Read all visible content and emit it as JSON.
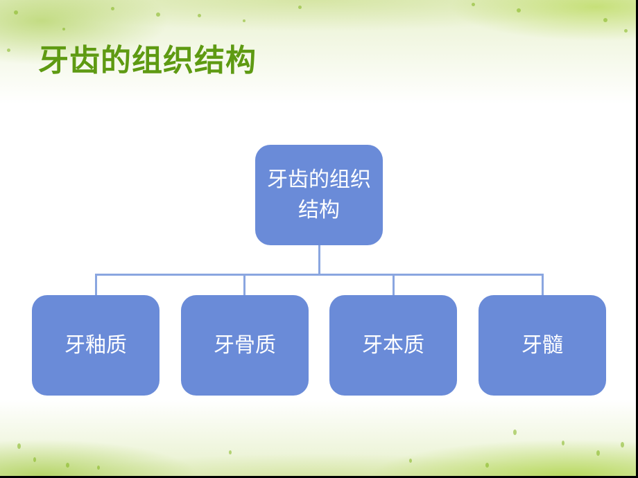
{
  "slide": {
    "title": "牙齿的组织结构",
    "colors": {
      "title": "#5e9a12",
      "node_fill": "#6a8bd8",
      "connector": "#8aa6e0",
      "node_text": "#ffffff"
    }
  },
  "diagram": {
    "type": "org-chart",
    "root": {
      "label": "牙齿的组织结构"
    },
    "children": [
      {
        "label": "牙釉质"
      },
      {
        "label": "牙骨质"
      },
      {
        "label": "牙本质"
      },
      {
        "label": "牙髓"
      }
    ]
  }
}
